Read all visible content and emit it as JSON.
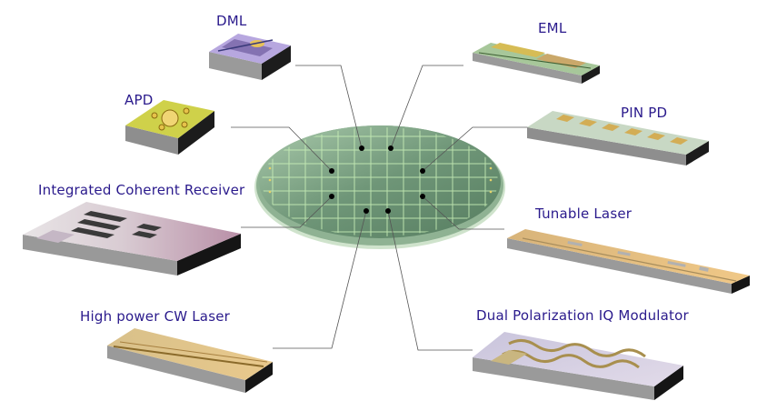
{
  "labels": {
    "dml": "DML",
    "eml": "EML",
    "apd": "APD",
    "pin_pd": "PIN PD",
    "coherent_receiver": "Integrated Coherent Receiver",
    "tunable_laser": "Tunable Laser",
    "cw_laser": "High power CW Laser",
    "iq_modulator": "Dual Polarization IQ Modulator"
  },
  "colors": {
    "label_text": "#2a1a8c",
    "wafer": "#7fa487",
    "wafer_grid": "#c9f0b8",
    "chip_side": "#6f6f6f",
    "chip_dark_side": "#1a1a1a"
  }
}
